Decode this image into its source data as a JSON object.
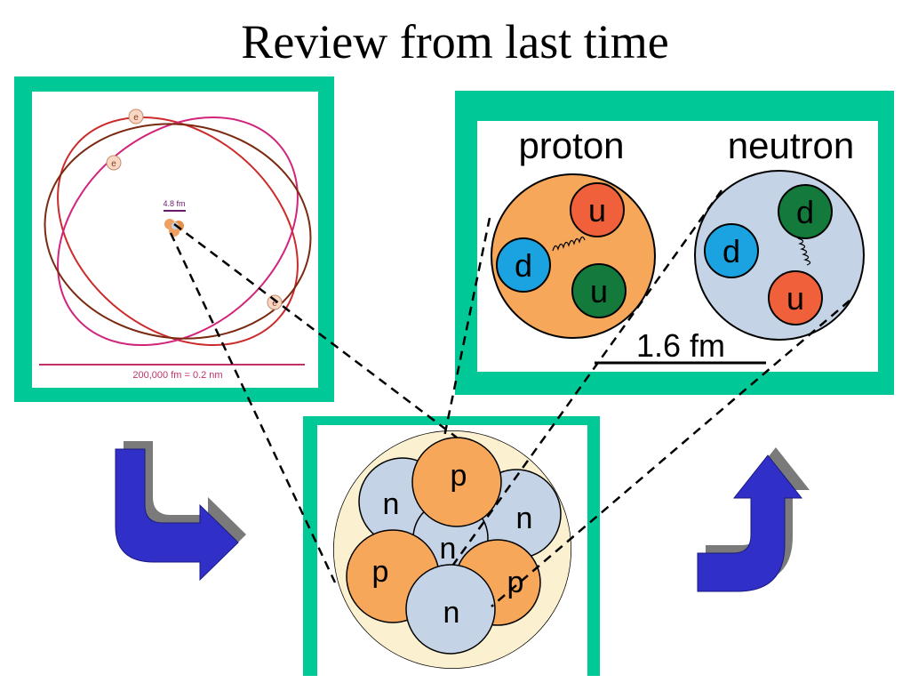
{
  "slide": {
    "title": "Review from last time"
  },
  "atom_panel": {
    "electron_label": "e",
    "nucleus_scale": "4.8 fm",
    "atom_scale": "200,000 fm = 0.2 nm"
  },
  "nucleon_panel": {
    "proton_title": "proton",
    "neutron_title": "neutron",
    "quark_up": "u",
    "quark_down": "d",
    "scale_label": "1.6  fm"
  },
  "nucleus_panel": {
    "proton_label": "p",
    "neutron_label": "n"
  },
  "colors": {
    "frame": "#00c896",
    "proton": "#f6a75a",
    "neutron": "#c4d4e6",
    "up_quark": "#f0603a",
    "down_quark": "#1aa3e0",
    "green_quark": "#137a3c",
    "nucleus_halo": "#fbf0cf",
    "arrow": "#3030c8"
  }
}
